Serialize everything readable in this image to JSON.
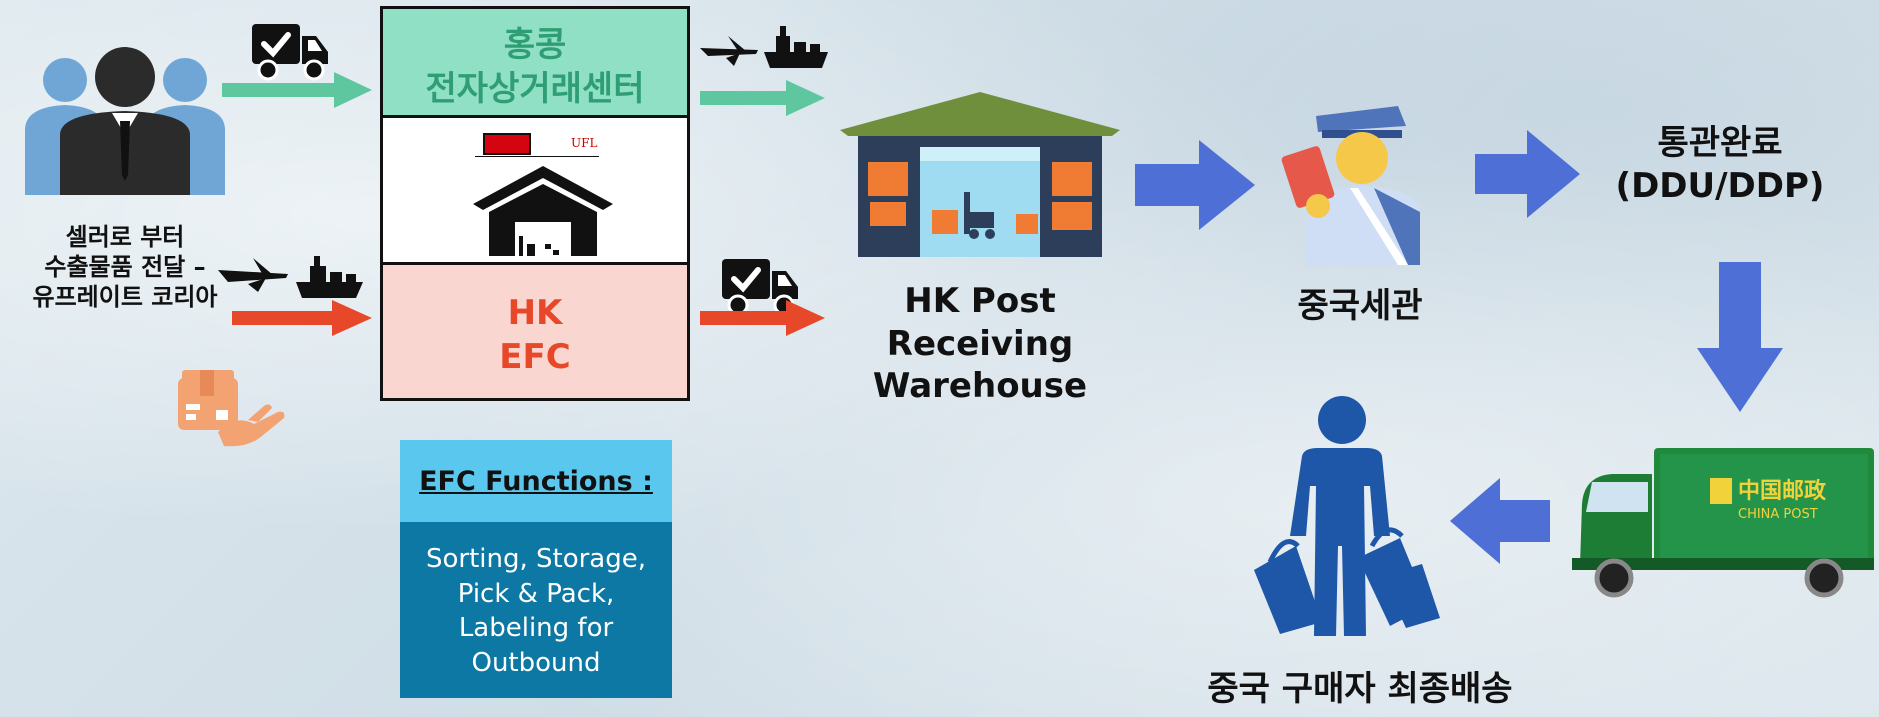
{
  "seller_label": [
    "셀러로 부터",
    "수출물품 전달 –",
    "유프레이트 코리아"
  ],
  "hk_center": {
    "line1": "홍콩",
    "line2": "전자상거래센터"
  },
  "hk_efc": {
    "line1": "HK",
    "line2": "EFC"
  },
  "warehouse_logo_text": "UFL",
  "efc_functions": {
    "title": "EFC Functions :",
    "items": [
      "Sorting, Storage,",
      "Pick & Pack,",
      "Labeling for",
      "Outbound"
    ]
  },
  "hk_post": [
    "HK Post",
    "Receiving",
    "Warehouse"
  ],
  "customs": "중국세관",
  "clearance": [
    "통관완료",
    "(DDU/DDP)"
  ],
  "china_post_logo": [
    "中国邮政",
    "CHINA POST"
  ],
  "final_delivery": "중국 구매자 최종배송",
  "colors": {
    "green_arrow": "#5ec7a0",
    "red_arrow": "#e8482a",
    "blue_arrow": "#4d6fd6",
    "box_green": "#8fe0c4",
    "box_pink": "#fad6d1",
    "efc_head": "#5ac8ee",
    "efc_body": "#0e78a4"
  }
}
